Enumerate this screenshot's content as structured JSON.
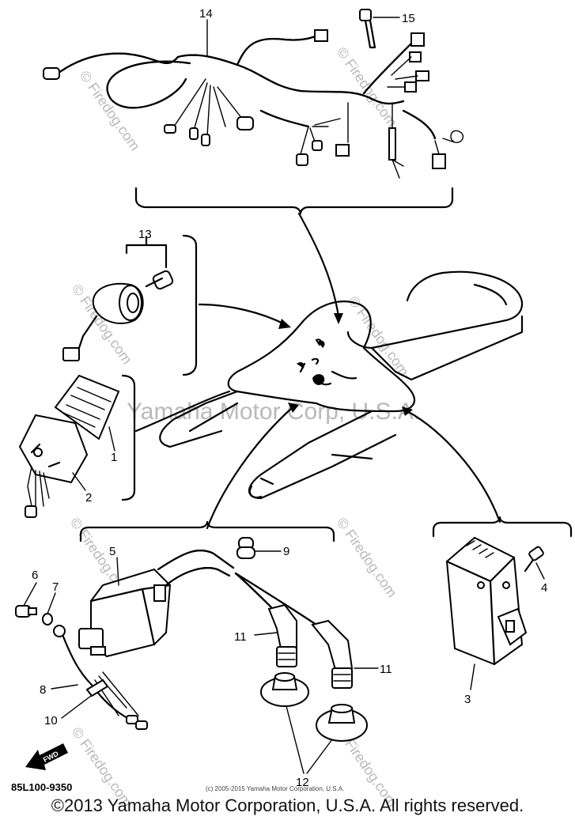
{
  "watermark": {
    "center": "Yamaha Motor Corp, U.S.A.",
    "site": "© Firedog.com"
  },
  "callouts": {
    "p1": "1",
    "p2": "2",
    "p3": "3",
    "p4": "4",
    "p5": "5",
    "p6": "6",
    "p7": "7",
    "p8": "8",
    "p9": "9",
    "p10": "10",
    "p11a": "11",
    "p11b": "11",
    "p12": "12",
    "p13": "13",
    "p14": "14",
    "p15": "15"
  },
  "front_tag": "FWD",
  "diagram_code": "85L100-9350",
  "small_copyright": "(c) 2005-2015 Yamaha Motor Corporation, U.S.A.",
  "footer_copyright": "©2013 Yamaha Motor Corporation, U.S.A. All rights reserved."
}
